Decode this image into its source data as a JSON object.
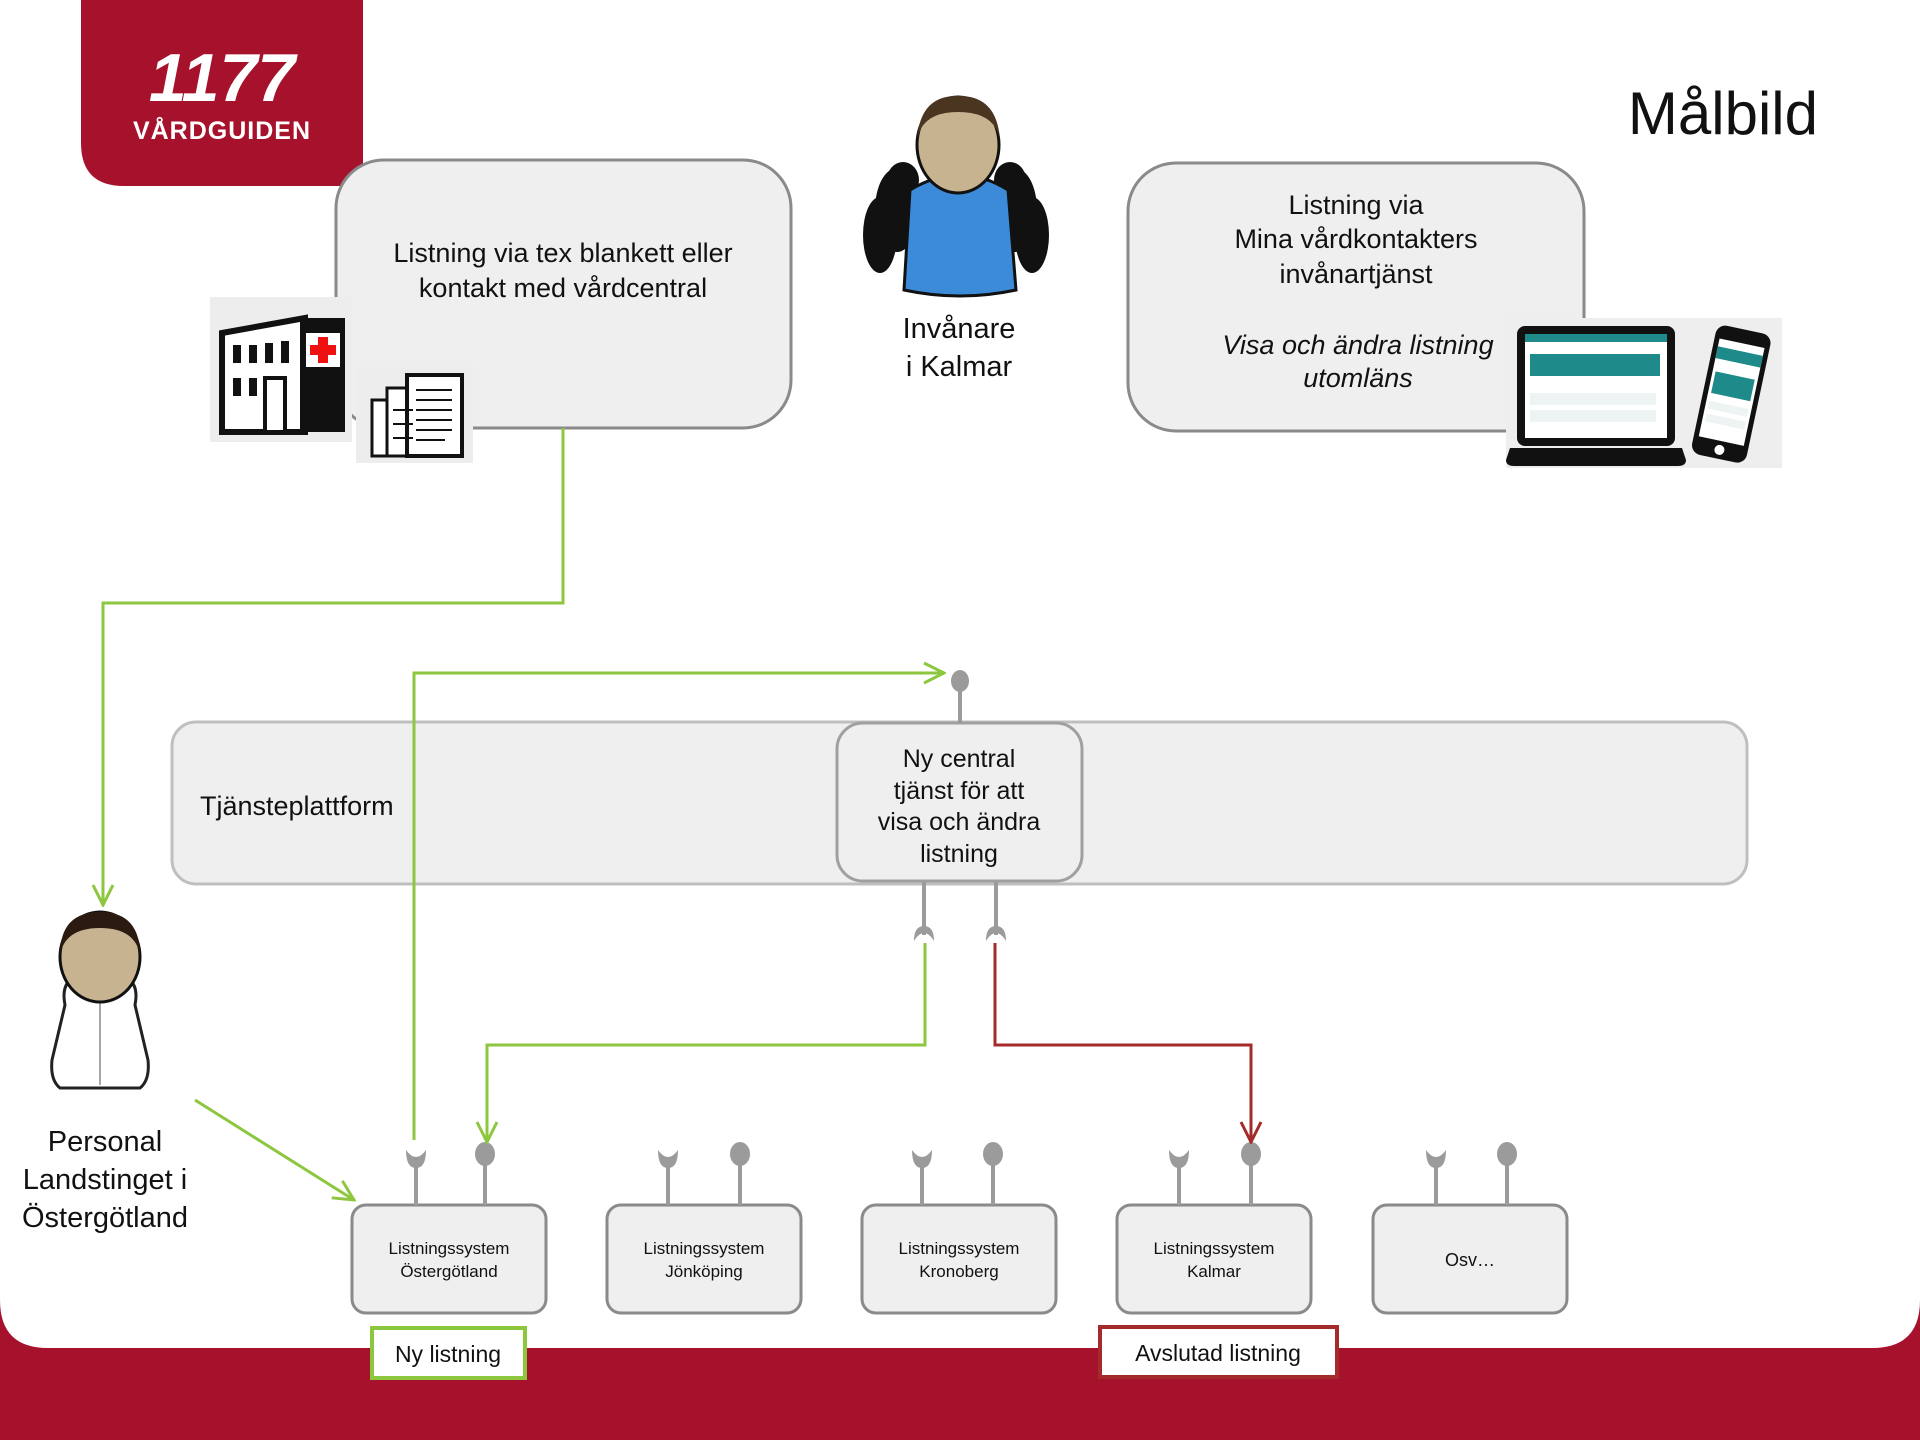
{
  "logo": {
    "number": "1177",
    "subtitle": "VÅRDGUIDEN",
    "background_color": "#A6122C"
  },
  "page_title": "Målbild",
  "top_left_box": {
    "line1": "Listning via tex blankett eller",
    "line2": "kontakt med vårdcentral",
    "icons": [
      "hospital-icon",
      "documents-icon"
    ]
  },
  "citizen": {
    "icon": "citizen-person-icon",
    "line1": "Invånare",
    "line2": "i Kalmar"
  },
  "top_right_box": {
    "line1": "Listning via",
    "line2": "Mina vårdkontakters",
    "line3": "invånartjänst",
    "italic1": "Visa och ändra listning",
    "italic2": "utomläns",
    "icons": [
      "laptop-icon",
      "smartphone-icon"
    ]
  },
  "platform": {
    "label": "Tjänsteplattform",
    "central_service": [
      "Ny central",
      "tjänst för att",
      "visa och ändra",
      "listning"
    ]
  },
  "staff": {
    "icon": "staff-person-icon",
    "line1": "Personal",
    "line2": "Landstinget i",
    "line3": "Östergötland"
  },
  "systems": [
    {
      "line1": "Listningssystem",
      "line2": "Östergötland"
    },
    {
      "line1": "Listningssystem",
      "line2": "Jönköping"
    },
    {
      "line1": "Listningssystem",
      "line2": "Kronoberg"
    },
    {
      "line1": "Listningssystem",
      "line2": "Kalmar"
    },
    {
      "line1": "Osv…",
      "line2": ""
    }
  ],
  "legend": {
    "new_listing": "Ny listning",
    "ended_listing": "Avslutad listning"
  },
  "colors": {
    "brand_red": "#A6122C",
    "green_flow": "#8DC63F",
    "red_flow": "#A52A2A",
    "box_fill": "#EFEFEF",
    "box_stroke": "#8A8A8A",
    "connector": "#9B9B9B"
  }
}
